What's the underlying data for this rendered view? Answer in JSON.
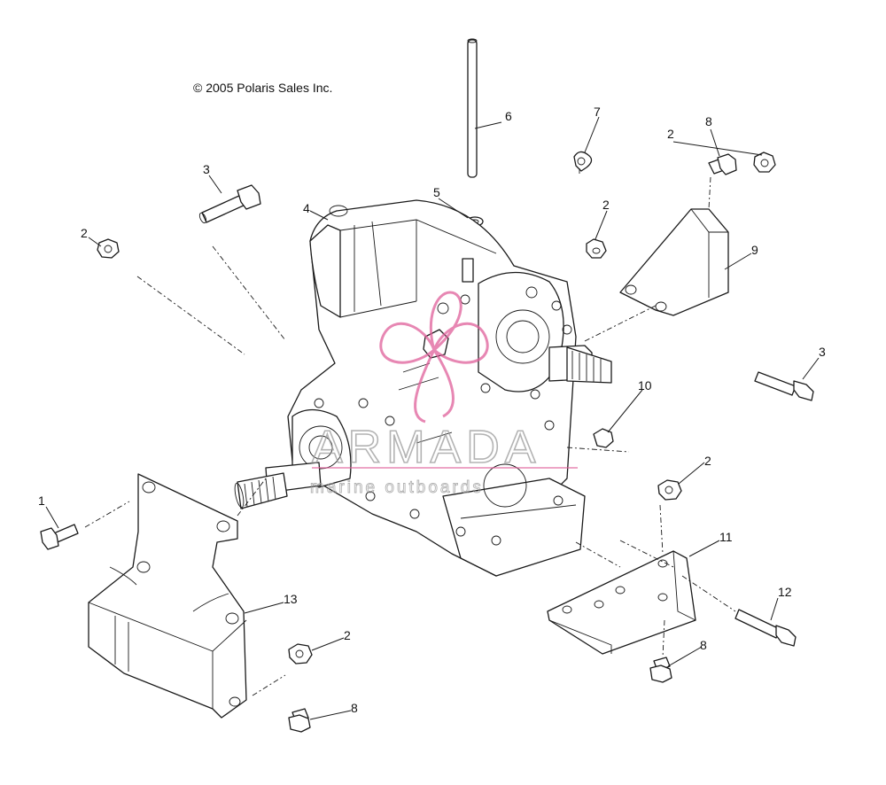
{
  "copyright": "© 2005 Polaris Sales Inc.",
  "watermark": {
    "name": "ARMADA",
    "tagline": "marine outboards",
    "logo_color": "#e0609a",
    "text_color": "#9a9a9a"
  },
  "callouts": {
    "c1": "1",
    "c2a": "2",
    "c2b": "2",
    "c2c": "2",
    "c2d": "2",
    "c2e": "2",
    "c3a": "3",
    "c3b": "3",
    "c4": "4",
    "c5": "5",
    "c6": "6",
    "c7": "7",
    "c8a": "8",
    "c8b": "8",
    "c8c": "8",
    "c9": "9",
    "c10": "10",
    "c11": "11",
    "c12": "12",
    "c13": "13"
  }
}
